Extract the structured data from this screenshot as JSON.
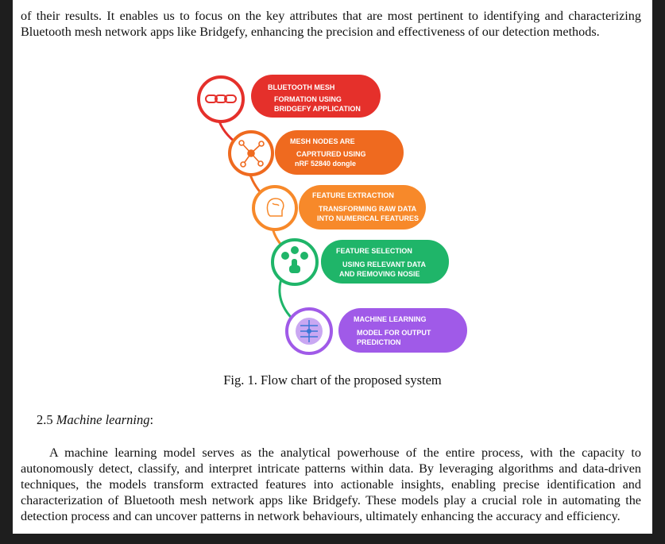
{
  "paragraph_top": "of their results. It enables us to focus on the key attributes that are most pertinent to identifying and characterizing Bluetooth mesh network apps like Bridgefy, enhancing the precision and effectiveness of our detection methods.",
  "figure": {
    "steps": [
      {
        "heading": "BLUETOOTH MESH",
        "detail_lines": [
          "FORMATION USING",
          "BRIDGEFY APPLICATION"
        ],
        "color": "#e5302b",
        "icon": "chain-link-icon"
      },
      {
        "heading": "MESH NODES ARE",
        "detail_lines": [
          "CAPRTURED USING",
          "nRF 52840 dongle"
        ],
        "color": "#ef6a1f",
        "icon": "network-nodes-icon"
      },
      {
        "heading": "FEATURE EXTRACTION",
        "detail_lines": [
          "TRANSFORMING RAW DATA",
          "INTO NUMERICAL FEATURES"
        ],
        "color": "#f7892a",
        "icon": "brain-head-icon"
      },
      {
        "heading": "FEATURE SELECTION",
        "detail_lines": [
          "USING RELEVANT DATA",
          "AND REMOVING NOSIE"
        ],
        "color": "#1fb569",
        "icon": "hand-select-icon"
      },
      {
        "heading": "MACHINE LEARNING",
        "detail_lines": [
          "MODEL FOR OUTPUT",
          "PREDICTION"
        ],
        "color": "#a05ae8",
        "icon": "ai-brain-icon"
      }
    ],
    "caption": "Fig. 1. Flow chart of the proposed system"
  },
  "section": {
    "number": "2.5",
    "title": "Machine learning",
    "suffix": ":"
  },
  "paragraph_bottom": "A machine learning model serves as the analytical powerhouse of the entire process, with the capacity to autonomously detect, classify, and interpret intricate patterns within data. By leveraging algorithms and data-driven techniques, the models transform extracted features into actionable insights, enabling precise identification and characterization of Bluetooth mesh network apps like Bridgefy. These models play a crucial role in automating the detection process and can uncover patterns in network behaviours, ultimately enhancing the accuracy and efficiency."
}
